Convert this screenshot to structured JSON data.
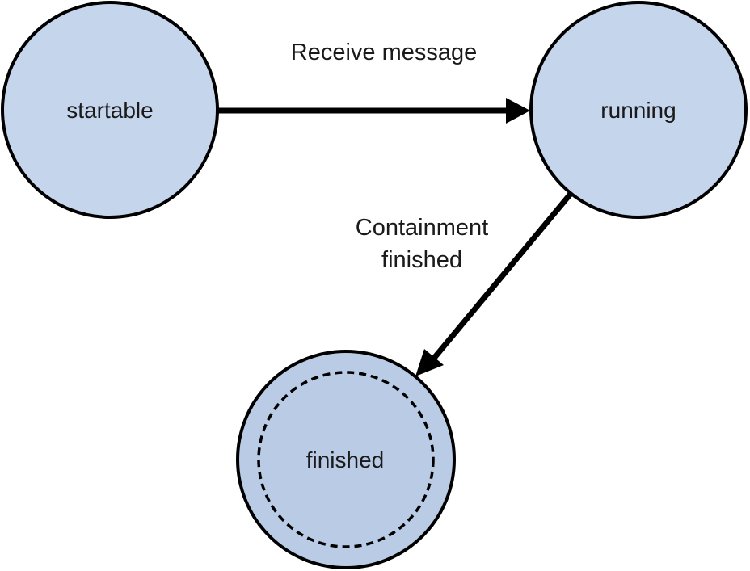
{
  "colors": {
    "state_fill": "#c5d5ec",
    "final_state_fill": "#b9cbe5",
    "stroke": "#000000",
    "text": "#1a1a1a"
  },
  "states": [
    {
      "id": "startable",
      "label": "startable",
      "final": false
    },
    {
      "id": "running",
      "label": "running",
      "final": false
    },
    {
      "id": "finished",
      "label": "finished",
      "final": true
    }
  ],
  "transitions": [
    {
      "from": "startable",
      "to": "running",
      "label_lines": [
        "Receive message"
      ]
    },
    {
      "from": "running",
      "to": "finished",
      "label_lines": [
        "Containment",
        "finished"
      ]
    }
  ]
}
